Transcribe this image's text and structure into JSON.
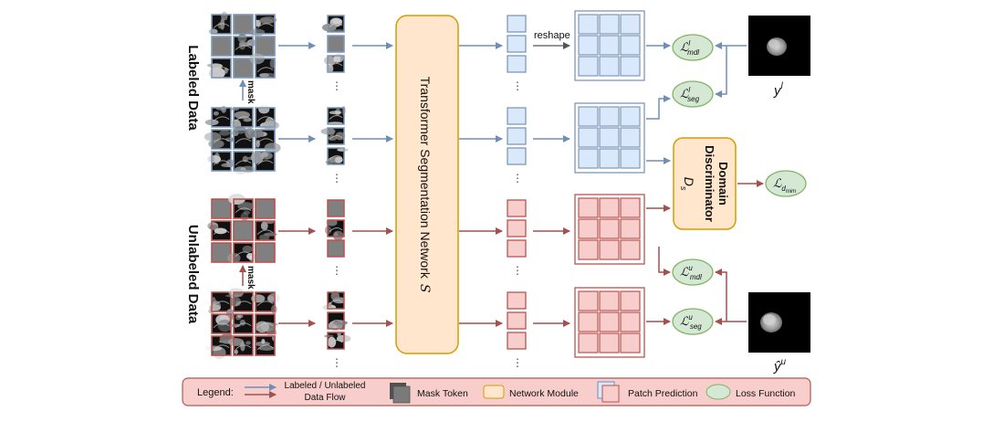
{
  "labels": {
    "labeled_data": "Labeled Data",
    "unlabeled_data": "Unlabeled Data",
    "mask": "mask",
    "reshape": "reshape",
    "network": "Transformer Segmentation Network",
    "network_symbol": "S",
    "discriminator_line1": "Domain",
    "discriminator_line2": "Discriminator",
    "discriminator_symbol": "D",
    "discriminator_sub": "s",
    "ellipsis": "⋮"
  },
  "losses": {
    "mdl_l": {
      "sym": "ℒ",
      "sup": "l",
      "sub": "mdl"
    },
    "seg_l": {
      "sym": "ℒ",
      "sup": "l",
      "sub": "seg"
    },
    "dmim": {
      "sym": "ℒ",
      "sup": "",
      "sub": "d",
      "subsub": "mim"
    },
    "mdl_u": {
      "sym": "ℒ",
      "sup": "u",
      "sub": "mdl"
    },
    "seg_u": {
      "sym": "ℒ",
      "sup": "u",
      "sub": "seg"
    }
  },
  "targets": {
    "y_l": {
      "base": "y",
      "sup": "l"
    },
    "y_u": {
      "base": "ŷ",
      "sup": "u"
    }
  },
  "legend": {
    "title": "Legend:",
    "flow_line1": "Labeled / Unlabeled",
    "flow_line2": "Data Flow",
    "mask_token": "Mask Token",
    "network_module": "Network Module",
    "patch_prediction": "Patch Prediction",
    "loss_function": "Loss Function"
  },
  "colors": {
    "blue_stroke": "#7e98b8",
    "blue_fill": "#dae8fc",
    "red_stroke": "#b85450",
    "red_fill": "#f8cecc",
    "network_fill": "#ffe6cc",
    "network_stroke": "#d79b00",
    "loss_fill": "#d5e8d4",
    "loss_stroke": "#82b366",
    "legend_fill": "#f8cecc",
    "mask_gray": "#808080"
  }
}
